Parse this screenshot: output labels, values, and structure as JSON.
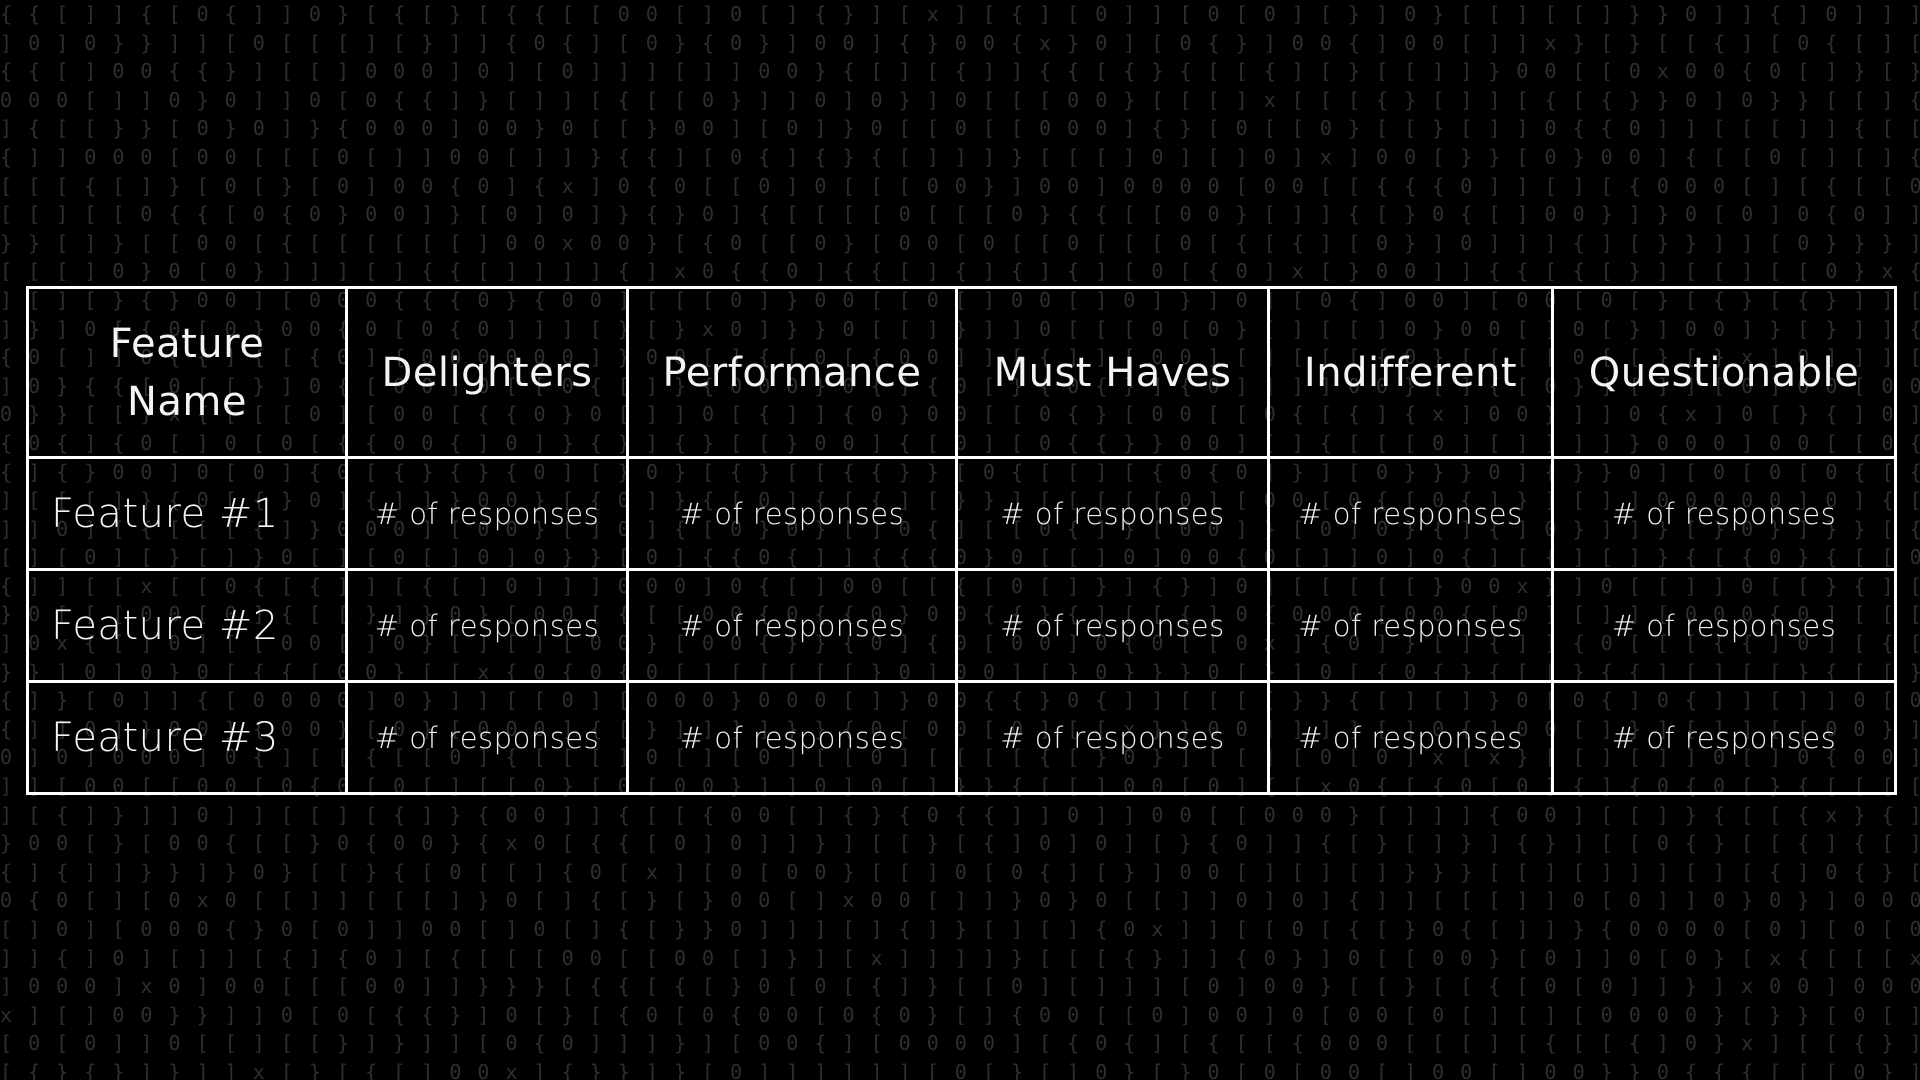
{
  "background": {
    "color": "#000000",
    "pattern_glyphs": [
      "[",
      "]",
      "{",
      "}",
      "0",
      "x"
    ],
    "pattern_color": "#ffffff"
  },
  "table": {
    "headers": [
      "Feature Name",
      "Delighters",
      "Performance",
      "Must Haves",
      "Indifferent",
      "Questionable"
    ],
    "rows": [
      [
        "Feature #1",
        "# of responses",
        "# of responses",
        "# of responses",
        "# of responses",
        "# of responses"
      ],
      [
        "Feature #2",
        "# of responses",
        "# of responses",
        "# of responses",
        "# of responses",
        "# of responses"
      ],
      [
        "Feature #3",
        "# of responses",
        "# of responses",
        "# of responses",
        "# of responses",
        "# of responses"
      ]
    ],
    "border_color": "#ffffff",
    "text_color": "#f4f4f4"
  }
}
